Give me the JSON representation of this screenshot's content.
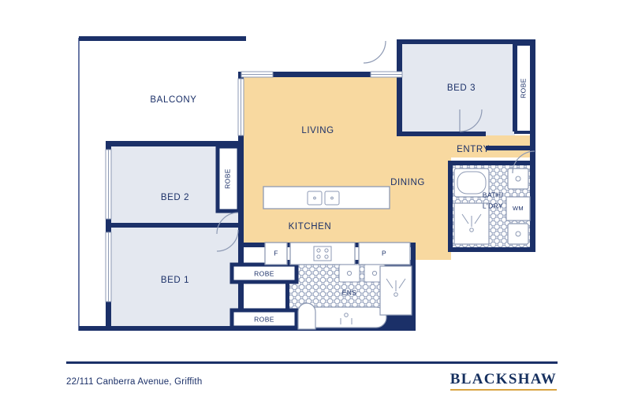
{
  "document": {
    "type": "real-estate-floor-plan",
    "address": "22/111 Canberra Avenue, Griffith"
  },
  "brand": {
    "name": "BLACKSHAW",
    "accent_color": "#d9a441",
    "text_color": "#16305f"
  },
  "palette": {
    "wall": "#1b3068",
    "living_fill": "#f8d9a0",
    "bedroom_fill": "#e4e8f0",
    "fixture_outline": "#8e9ab4",
    "white": "#ffffff",
    "balcony_outline": "#2a4080"
  },
  "rooms": [
    {
      "id": "balcony",
      "label": "BALCONY",
      "fill": "white"
    },
    {
      "id": "bed2",
      "label": "BED 2",
      "fill": "bedroom_fill"
    },
    {
      "id": "bed1",
      "label": "BED 1",
      "fill": "bedroom_fill"
    },
    {
      "id": "bed3",
      "label": "BED 3",
      "fill": "bedroom_fill"
    },
    {
      "id": "living",
      "label": "LIVING",
      "fill": "living_fill"
    },
    {
      "id": "dining",
      "label": "DINING",
      "fill": "living_fill"
    },
    {
      "id": "kitchen",
      "label": "KITCHEN",
      "fill": "living_fill"
    },
    {
      "id": "entry",
      "label": "ENTRY",
      "fill": "living_fill"
    },
    {
      "id": "bath_ldry",
      "label": "BATH/",
      "label2": "L'DRY",
      "fill": "white"
    },
    {
      "id": "ens",
      "label": "ENS",
      "fill": "white"
    }
  ],
  "robes": [
    {
      "id": "robe_bed2",
      "label": "ROBE",
      "orientation": "vertical"
    },
    {
      "id": "robe_bed3",
      "label": "ROBE",
      "orientation": "vertical"
    },
    {
      "id": "robe_mid",
      "label": "ROBE",
      "orientation": "horizontal"
    },
    {
      "id": "robe_low",
      "label": "ROBE",
      "orientation": "horizontal"
    }
  ],
  "fixtures": [
    {
      "id": "fridge",
      "label": "F",
      "room": "kitchen"
    },
    {
      "id": "pantry",
      "label": "P",
      "room": "kitchen"
    },
    {
      "id": "washing_machine",
      "label": "WM",
      "room": "bath_ldry"
    },
    {
      "id": "cooktop",
      "label": "",
      "room": "kitchen"
    },
    {
      "id": "kitchen_island",
      "label": "",
      "room": "kitchen"
    },
    {
      "id": "double_sink",
      "label": "",
      "room": "kitchen"
    },
    {
      "id": "bathtub",
      "label": "",
      "room": "bath_ldry"
    },
    {
      "id": "shower",
      "label": "",
      "room": "bath_ldry"
    },
    {
      "id": "toilet",
      "label": "",
      "room": "bath_ldry"
    },
    {
      "id": "basin",
      "label": "",
      "room": "bath_ldry"
    },
    {
      "id": "ens_bathtub",
      "label": "",
      "room": "ens"
    },
    {
      "id": "ens_shower",
      "label": "",
      "room": "ens"
    },
    {
      "id": "ens_toilet",
      "label": "",
      "room": "ens"
    },
    {
      "id": "ens_basin_left",
      "label": "",
      "room": "ens"
    },
    {
      "id": "ens_basin_right",
      "label": "",
      "room": "ens"
    }
  ]
}
